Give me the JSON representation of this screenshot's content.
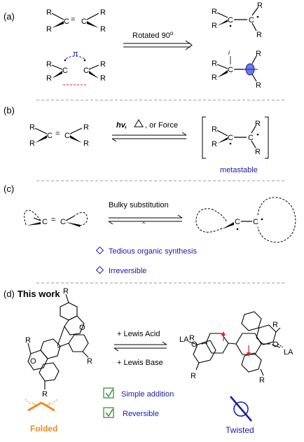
{
  "panels": {
    "a": {
      "label": "(a)",
      "arrow_label": "Rotated 90",
      "arrow_label_sup": "o",
      "pi": "π",
      "r": "R",
      "c": "C",
      "dbl": "=",
      "orbital_i": "i"
    },
    "b": {
      "label": "(b)",
      "arrow_label_hv": "hv,",
      "arrow_label_rest": ", or Force",
      "metastable": "metastable"
    },
    "c": {
      "label": "(c)",
      "arrow_label": "Bulky substitution",
      "x_mark": "×",
      "bullets": [
        "Tedious organic synthesis",
        "Irreversible"
      ]
    },
    "d": {
      "label": "(d)",
      "title": "This work",
      "o": "O",
      "la": "LA",
      "arrow_top": "+ Lewis Acid",
      "arrow_bottom": "+ Lewis Base",
      "checks": [
        "Simple addition",
        "Reversible"
      ],
      "folded": "Folded",
      "twisted": "Twisted"
    }
  },
  "colors": {
    "ink": "#000000",
    "blue": "#1a1aa8",
    "red": "#e02020",
    "orange": "#f08a1c",
    "green": "#3f8f3f",
    "divider": "#9a9a9a",
    "orbital": "#6a7fe0"
  }
}
